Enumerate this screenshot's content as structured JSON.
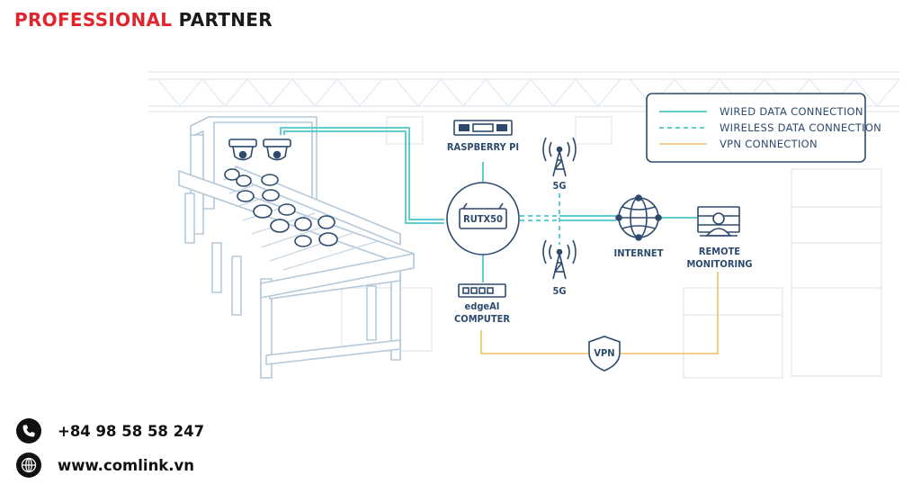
{
  "brand": {
    "word1": "PROFESSIONAL",
    "word2": "PARTNER"
  },
  "legend": {
    "wired": "WIRED DATA CONNECTION",
    "wireless": "WIRELESS DATA CONNECTION",
    "vpn": "VPN CONNECTION"
  },
  "nodes": {
    "raspberry": "RASPBERRY PI",
    "router": "RUTX50",
    "tower_top": "5G",
    "tower_bottom": "5G",
    "internet": "INTERNET",
    "remote_line1": "REMOTE",
    "remote_line2": "MONITORING",
    "edge_line1": "edgeAI",
    "edge_line2": "COMPUTER",
    "vpn": "VPN"
  },
  "colors": {
    "wired": "#4cc6cc",
    "vpn": "#f2c777",
    "ink": "#2d4a6e",
    "line_art": "#b4c8da",
    "brand_red": "#e0262c"
  },
  "contact": {
    "phone": "+84 98 58 58 247",
    "website": "www.comlink.vn"
  }
}
